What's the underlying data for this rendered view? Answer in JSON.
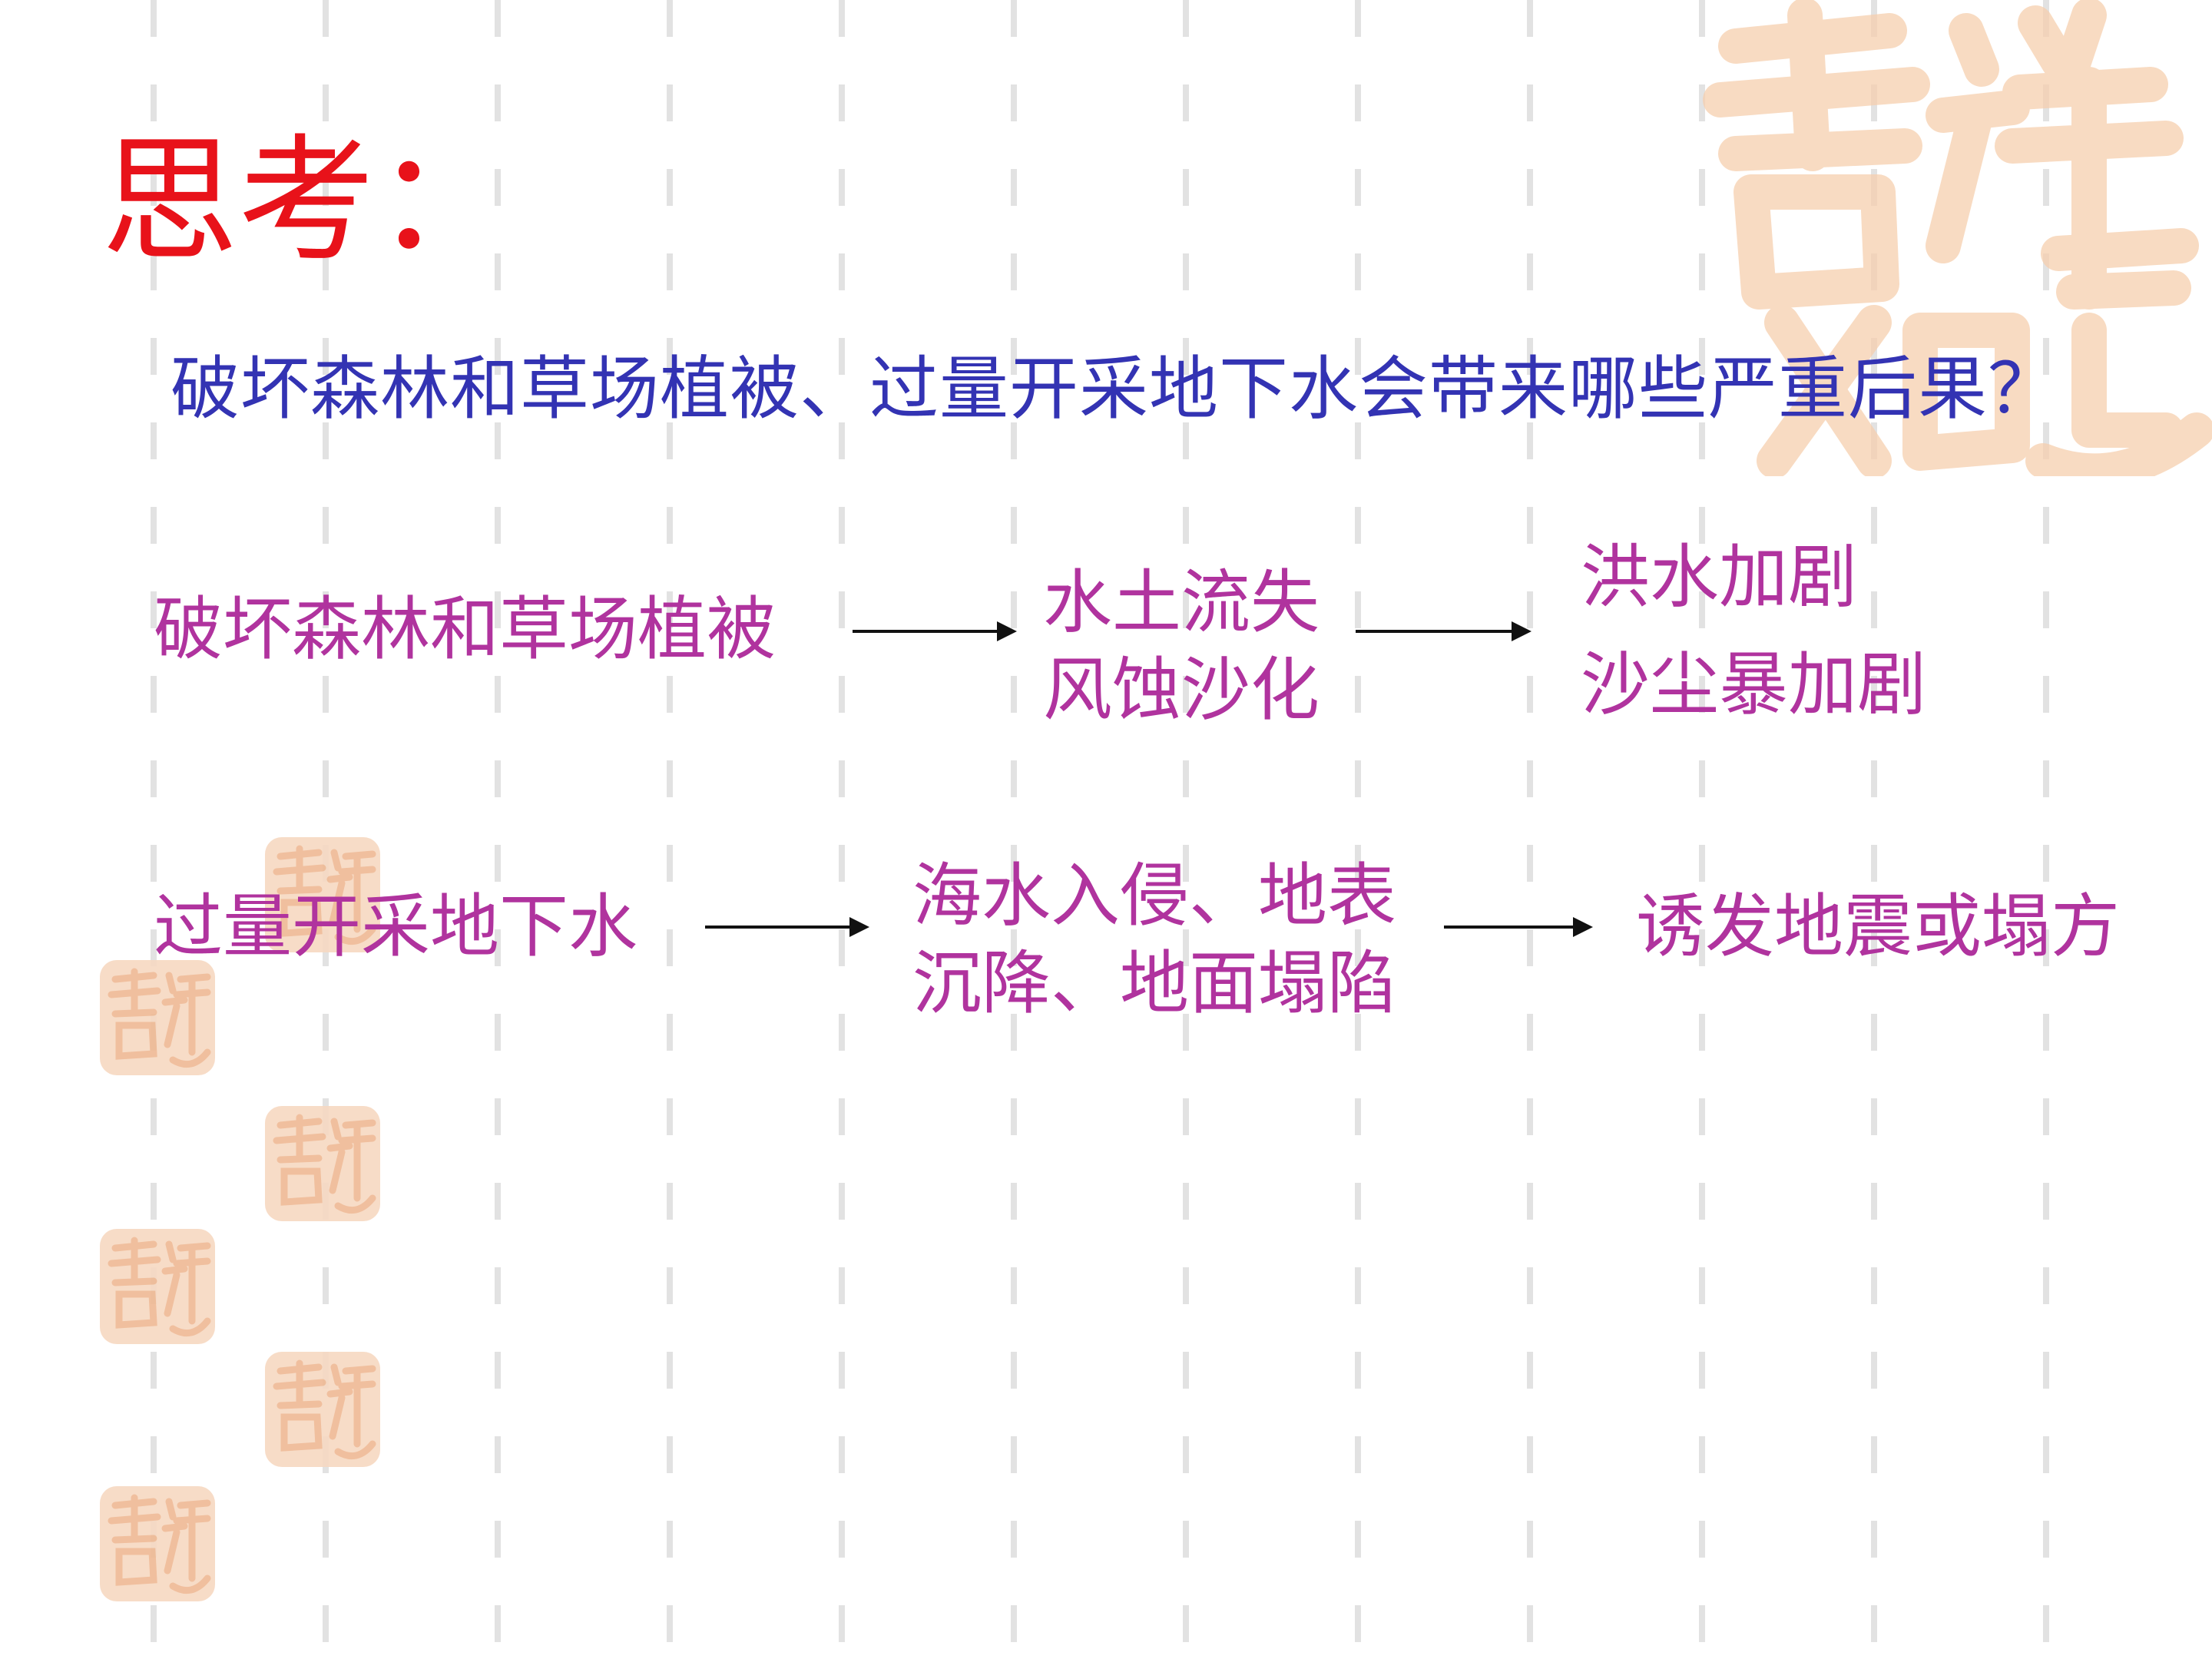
{
  "slide": {
    "title": "思考：",
    "question": "破坏森林和草场植被、过量开采地下水会带来哪些严重后果？",
    "chains": [
      {
        "cause": "破坏森林和草场植被",
        "effects": [
          "水土流失",
          "风蚀沙化"
        ],
        "results": [
          "洪水加剧",
          "沙尘暴加剧"
        ]
      },
      {
        "cause": "过量开采地下水",
        "effects": [
          "海水入侵、地表",
          "沉降、地面塌陷"
        ],
        "results": [
          "诱发地震或塌方"
        ]
      }
    ]
  },
  "colors": {
    "title": "#e8121a",
    "question": "#3333b3",
    "chain_text": "#b0339e",
    "seal": "#f7d9c2"
  },
  "icons": [
    "seal-icon",
    "arrow-right-icon"
  ]
}
